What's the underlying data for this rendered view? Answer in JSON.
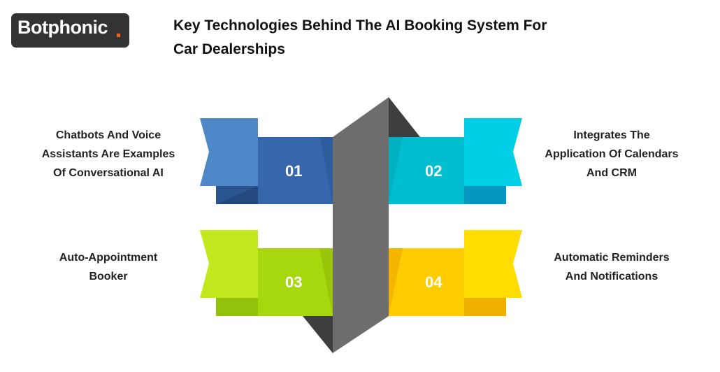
{
  "brand": {
    "name": "Botphonic",
    "dot_color": "#f26522"
  },
  "title": {
    "line1": "Key Technologies Behind The AI Booking System For",
    "line2": "Car Dealerships"
  },
  "items": [
    {
      "number": "01",
      "label_lines": [
        "Chatbots And Voice",
        "Assistants Are Examples",
        "Of Conversational AI"
      ],
      "color": "#3666ab"
    },
    {
      "number": "02",
      "label_lines": [
        "Integrates The",
        "Application Of Calendars",
        "And CRM"
      ],
      "color": "#00c0d2"
    },
    {
      "number": "03",
      "label_lines": [
        "Auto-Appointment",
        "Booker"
      ],
      "color": "#a6d80d"
    },
    {
      "number": "04",
      "label_lines": [
        "Automatic Reminders",
        "And Notifications"
      ],
      "color": "#ffcc00"
    }
  ]
}
